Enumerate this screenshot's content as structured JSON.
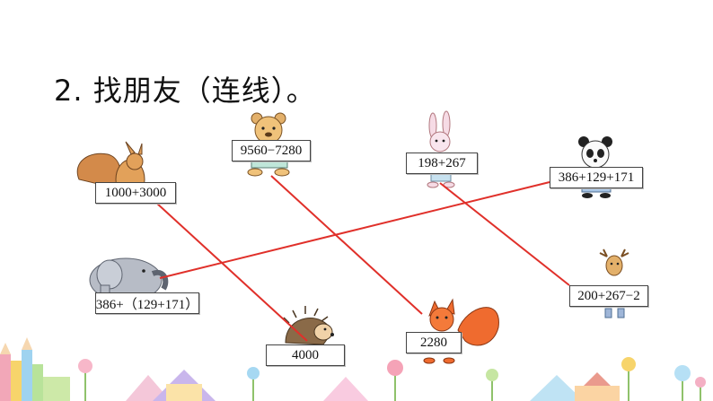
{
  "title": "2. 找朋友（连线）。",
  "cards": {
    "squirrel": "1000+3000",
    "bear": "9560−7280",
    "rabbit": "198+267",
    "panda": "386+129+171",
    "elephant": "386+（129+171）",
    "hedgehog": "4000",
    "fox": "2280",
    "deer": "200+267−2"
  },
  "colors": {
    "line": "#e0302a",
    "border": "#444444",
    "text": "#111111"
  },
  "connections": [
    [
      "squirrel",
      "hedgehog"
    ],
    [
      "bear",
      "fox"
    ],
    [
      "rabbit",
      "deer"
    ],
    [
      "panda",
      "elephant"
    ]
  ],
  "icons": [
    "squirrel",
    "bear",
    "rabbit",
    "panda",
    "elephant",
    "hedgehog",
    "fox",
    "deer",
    "pencils",
    "houses",
    "trees"
  ]
}
